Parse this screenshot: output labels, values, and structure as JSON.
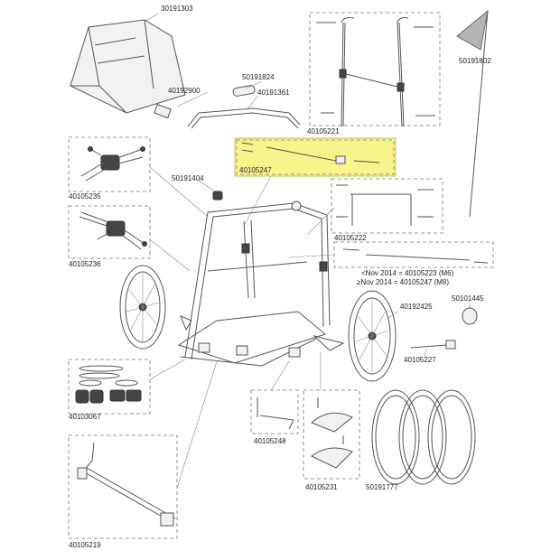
{
  "colors": {
    "highlight": "#f8f48c",
    "highlight_border": "#c8c060",
    "line": "#555555",
    "flag": "#b5b5b5"
  },
  "labels": {
    "canopy": "30191303",
    "handle_bar": "50191824",
    "handle_grip": "40191361",
    "handle_clip": "40192900",
    "upper_frame": "40105221",
    "flag": "50191802",
    "axle_kit_highlighted": "40105247",
    "hitch_front": "40105235",
    "hitch_rear": "40105236",
    "frame_knob": "50191404",
    "cross_frame": "40105222",
    "axle_note_line1": "<Nov 2014 = 40105223 (M6)",
    "axle_note_line2": "≥Nov 2014 = 40105247 (M8)",
    "wheel": "40192425",
    "hub_cap": "50101445",
    "wheel_axle": "40105227",
    "reflectors": "40103067",
    "bracket": "40105248",
    "wheel_guard": "40105231",
    "tires": "50191777",
    "tow_bar": "40105219"
  }
}
